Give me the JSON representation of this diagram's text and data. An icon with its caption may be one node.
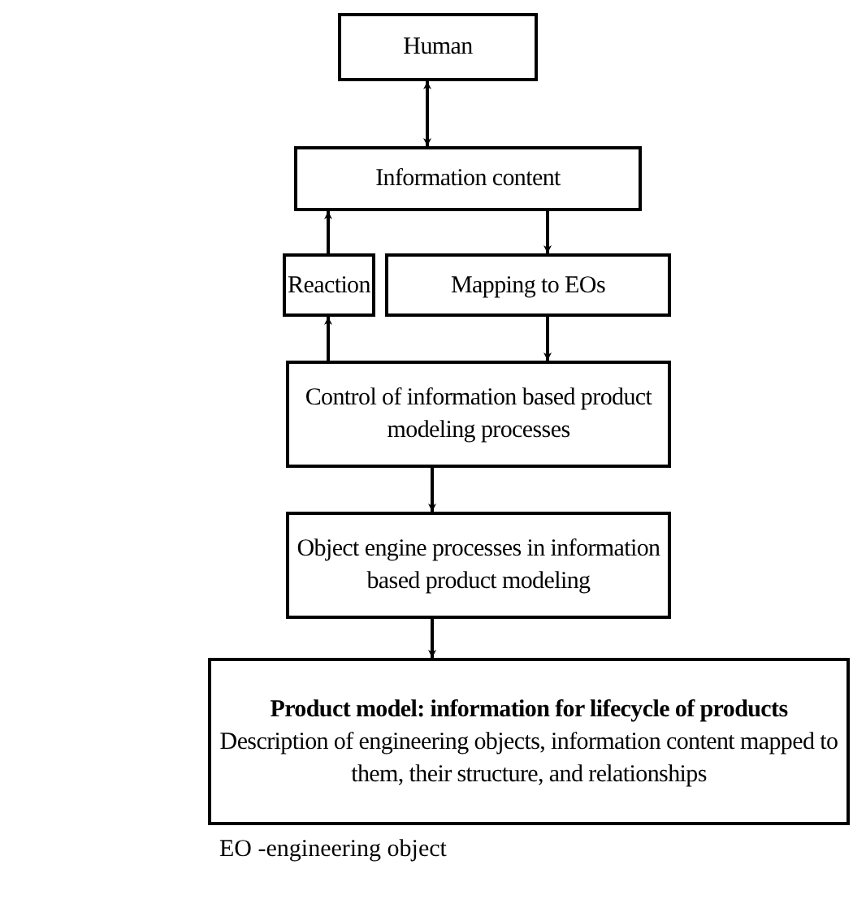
{
  "diagram": {
    "nodes": [
      {
        "text": [
          "Human"
        ]
      },
      {
        "text": [
          "Information content"
        ]
      },
      {
        "text": [
          "Reaction"
        ]
      },
      {
        "text": [
          "Mapping to EOs"
        ]
      },
      {
        "text": [
          "Control of  information based product modeling processes"
        ]
      },
      {
        "text": [
          "Object engine processes in information based product modeling"
        ]
      },
      {
        "text": [
          "Product model: information for lifecycle of products",
          "Description of engineering objects, information content mapped to them, their structure, and relationships"
        ]
      }
    ],
    "edges": [
      {
        "from": 0,
        "to": 1,
        "arrow": "both"
      },
      {
        "from": 2,
        "to": 1,
        "arrow": "to"
      },
      {
        "from": 1,
        "to": 3,
        "arrow": "to"
      },
      {
        "from": 4,
        "to": 2,
        "arrow": "to"
      },
      {
        "from": 3,
        "to": 4,
        "arrow": "to"
      },
      {
        "from": 4,
        "to": 5,
        "arrow": "to"
      },
      {
        "from": 5,
        "to": 6,
        "arrow": "to"
      }
    ],
    "labels": [
      "EO -engineering object"
    ]
  }
}
